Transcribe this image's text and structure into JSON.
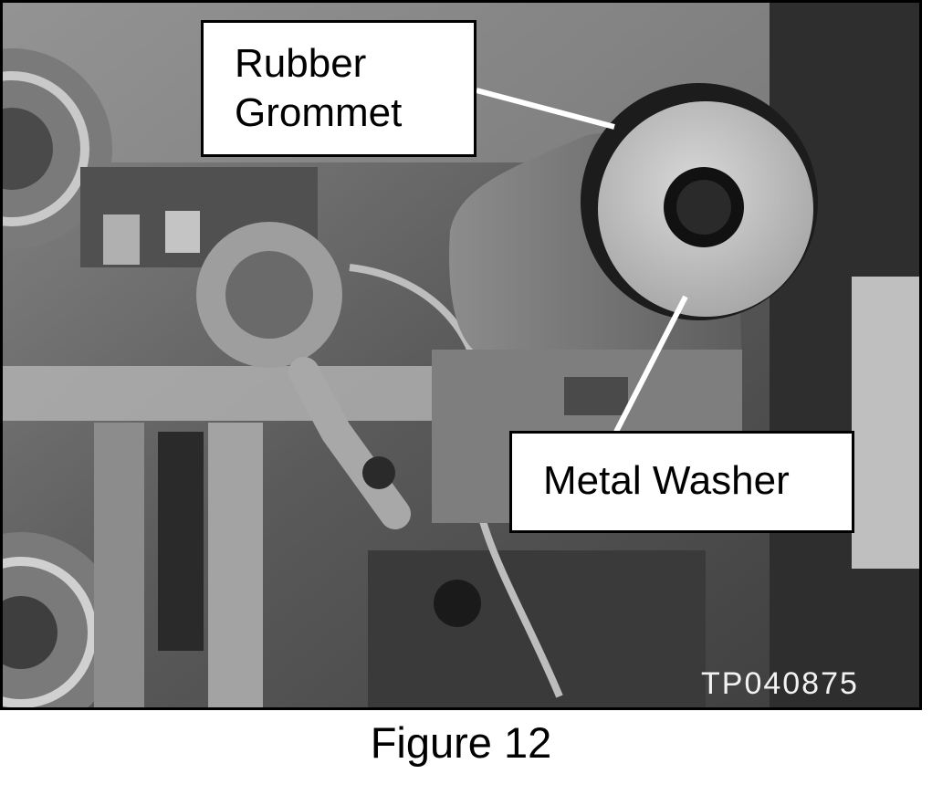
{
  "figure": {
    "callouts": {
      "grommet": {
        "line1": "Rubber",
        "line2": "Grommet"
      },
      "washer": {
        "text": "Metal Washer"
      }
    },
    "photo_id": "TP040875",
    "caption": "Figure 12"
  },
  "colors": {
    "frame": "#000000",
    "callout_fill": "#ffffff",
    "leader_line": "#ffffff"
  }
}
